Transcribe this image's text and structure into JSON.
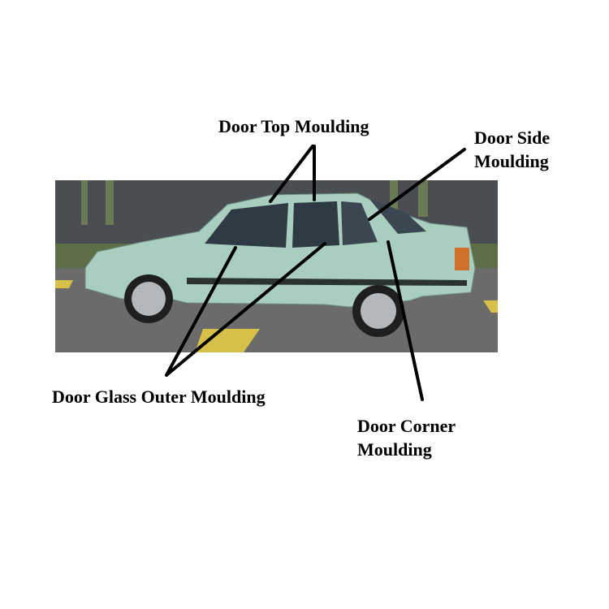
{
  "labels": {
    "door_top": "Door Top Moulding",
    "door_side_line1": "Door Side",
    "door_side_line2": "Moulding",
    "door_glass_outer": "Door Glass Outer Moulding",
    "door_corner_line1": "Door Corner",
    "door_corner_line2": "Moulding"
  },
  "colors": {
    "car_body": "#a9cdbf",
    "background_wall": "#4a4d52",
    "asphalt": "#6b6b69",
    "pointer_line": "#000000"
  }
}
